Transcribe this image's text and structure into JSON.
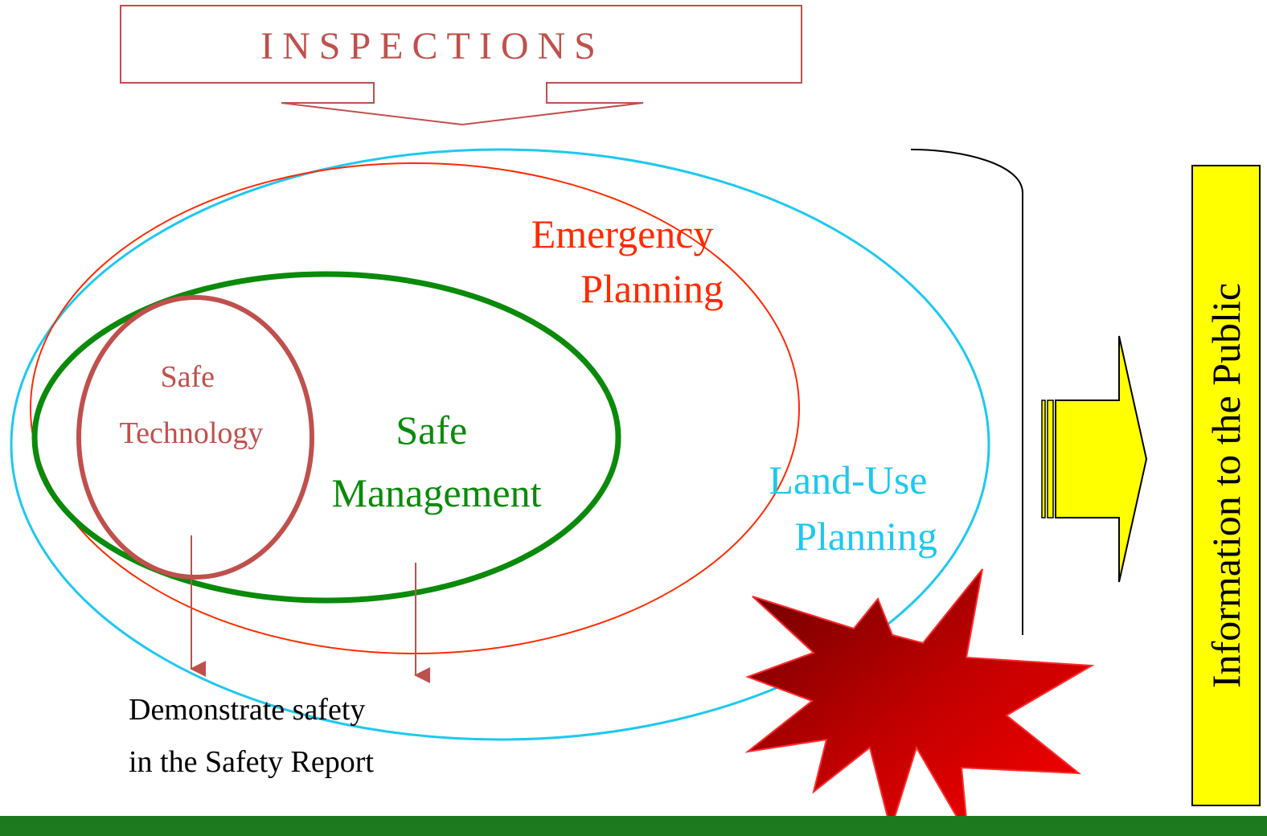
{
  "inspections": {
    "label": "INSPECTIONS",
    "color": "#c0504d"
  },
  "ellipses": {
    "land_use": {
      "label_line1": "Land-Use",
      "label_line2": "Planning",
      "color": "#1ec8f0"
    },
    "emergency": {
      "label_line1": "Emergency",
      "label_line2": "Planning",
      "color": "#ff2a00"
    },
    "safe_management": {
      "label_line1": "Safe",
      "label_line2": "Management",
      "color": "#0a8a0a"
    },
    "safe_technology": {
      "label_line1": "Safe",
      "label_line2": "Technology",
      "color": "#c0504d"
    }
  },
  "report": {
    "line1": "Demonstrate safety",
    "line2": "in the Safety Report"
  },
  "info_public": {
    "label": "Information to the Public",
    "color": "#ffff00"
  },
  "icons": {
    "explosion": "explosion-icon",
    "arrow_right": "block-arrow-right-icon"
  },
  "bottom_bar": {
    "color": "#1e7a1e"
  }
}
